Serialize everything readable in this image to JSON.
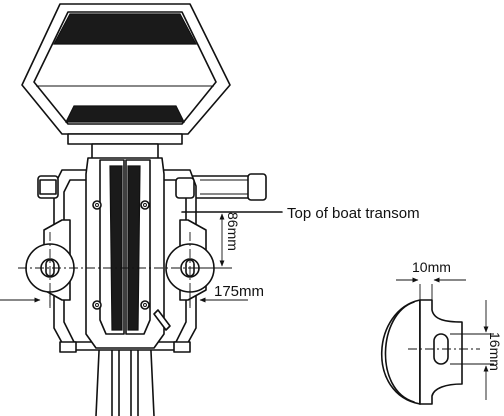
{
  "annotations": {
    "transom_label": "Top of boat transom",
    "height_dim": "86mm",
    "width_dim": "175mm",
    "slot_width_dim": "10mm",
    "slot_height_dim": "16mm"
  }
}
